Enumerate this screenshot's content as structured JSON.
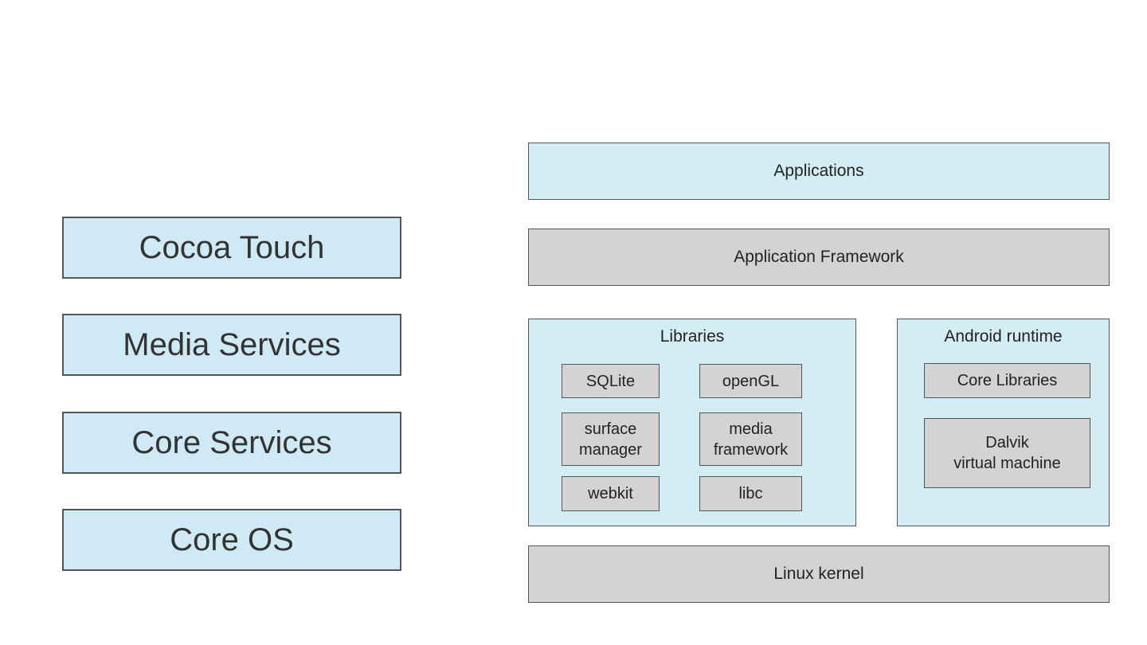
{
  "ios_stack": {
    "layers": [
      "Cocoa Touch",
      "Media Services",
      "Core Services",
      "Core OS"
    ]
  },
  "android_stack": {
    "applications": "Applications",
    "application_framework": "Application Framework",
    "libraries": {
      "title": "Libraries",
      "items": [
        "SQLite",
        "openGL",
        "surface\nmanager",
        "media\nframework",
        "webkit",
        "libc"
      ]
    },
    "runtime": {
      "title": "Android runtime",
      "items": [
        "Core Libraries",
        "Dalvik\nvirtual machine"
      ]
    },
    "kernel": "Linux kernel"
  },
  "colors": {
    "light_blue": "#cfeaf4",
    "gray": "#d3d3d3",
    "border": "#555555"
  }
}
